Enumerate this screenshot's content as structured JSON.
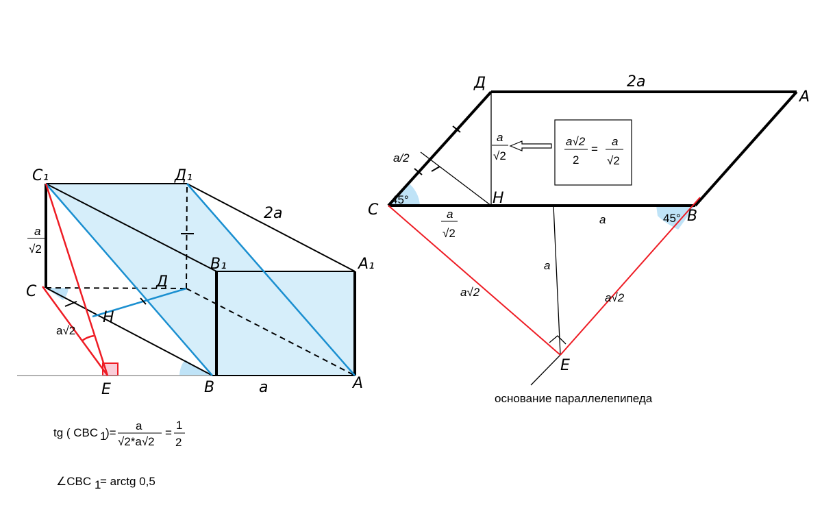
{
  "left_figure": {
    "vertices": {
      "C1": "C₁",
      "D1": "Д₁",
      "B1": "B₁",
      "A1": "A₁",
      "C": "C",
      "D": "Д",
      "B": "B",
      "A": "A",
      "E": "E",
      "H": "H"
    },
    "edge_labels": {
      "height_num": "a",
      "height_den": "√2",
      "long_edge": "2a",
      "short_edge": "a",
      "ce": "a√2"
    }
  },
  "right_figure": {
    "vertices": {
      "D": "Д",
      "A": "A",
      "C": "C",
      "B": "B",
      "H": "H",
      "E": "E"
    },
    "labels": {
      "top": "2a",
      "half": "a/2",
      "dh_num": "a",
      "dh_den": "√2",
      "ch_num": "a",
      "ch_den": "√2",
      "hb": "a",
      "height": "a",
      "ce": "a√2",
      "be": "a√2",
      "angle_c": "45°",
      "angle_b": "45°"
    },
    "box": {
      "left_num": "a√2",
      "left_den": "2",
      "eq": "=",
      "right_num": "a",
      "right_den": "√2"
    },
    "caption": "основание параллелепипеда"
  },
  "formulas": {
    "tg_prefix": "tg ( CBC",
    "tg_sub": "1",
    "tg_close": ")=",
    "tg_num": "a",
    "tg_den": "√2*a√2",
    "tg_eq": "=",
    "tg_res_num": "1",
    "tg_res_den": "2",
    "angle_prefix": "∠CBC",
    "angle_sub": "1",
    "angle_rest": "= arctg 0,5"
  },
  "colors": {
    "fill": "#d6eefa",
    "blue": "#1a8fd0",
    "red": "#ee1c24",
    "line": "#000000"
  }
}
